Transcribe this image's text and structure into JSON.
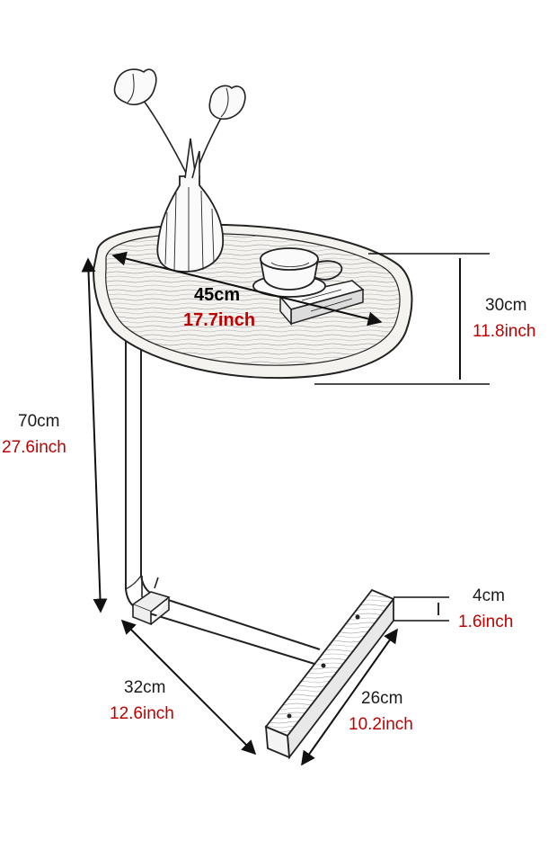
{
  "colors": {
    "ink": "#222222",
    "metric": "#1a1a1a",
    "imperial": "#c00000",
    "background": "#ffffff"
  },
  "dimensions": {
    "tabletop_length": {
      "cm": "45cm",
      "inch": "17.7inch"
    },
    "tabletop_width": {
      "cm": "30cm",
      "inch": "11.8inch"
    },
    "total_height": {
      "cm": "70cm",
      "inch": "27.6inch"
    },
    "base_thickness": {
      "cm": "4cm",
      "inch": "1.6inch"
    },
    "base_depth": {
      "cm": "32cm",
      "inch": "12.6inch"
    },
    "base_bar_length": {
      "cm": "26cm",
      "inch": "10.2inch"
    }
  },
  "illustration": {
    "objects": [
      "oval-tabletop",
      "flower-vase",
      "tulip-flowers",
      "coffee-cup",
      "book",
      "c-shaped-frame",
      "wooden-base-bar"
    ]
  }
}
